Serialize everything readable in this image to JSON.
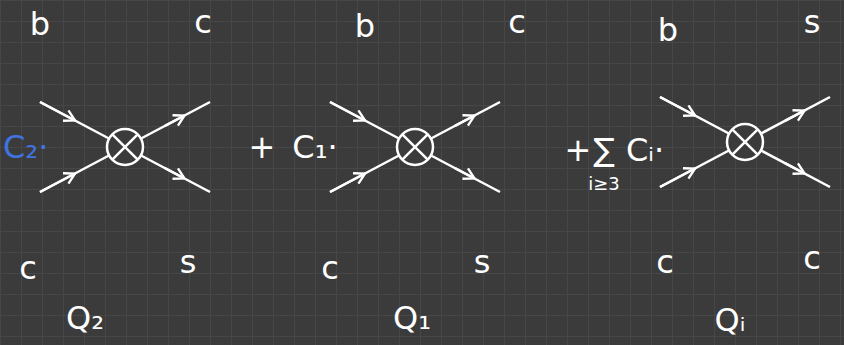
{
  "diagram": {
    "labels": [
      "b",
      "c",
      "b",
      "c",
      "b",
      "s",
      "C₂·",
      "+",
      "C₁·",
      "+",
      "∑",
      "i≥3",
      "Cᵢ·",
      "c",
      "s",
      "c",
      "s",
      "c",
      "c",
      "Q₂",
      "Q₁",
      "Qᵢ"
    ]
  }
}
